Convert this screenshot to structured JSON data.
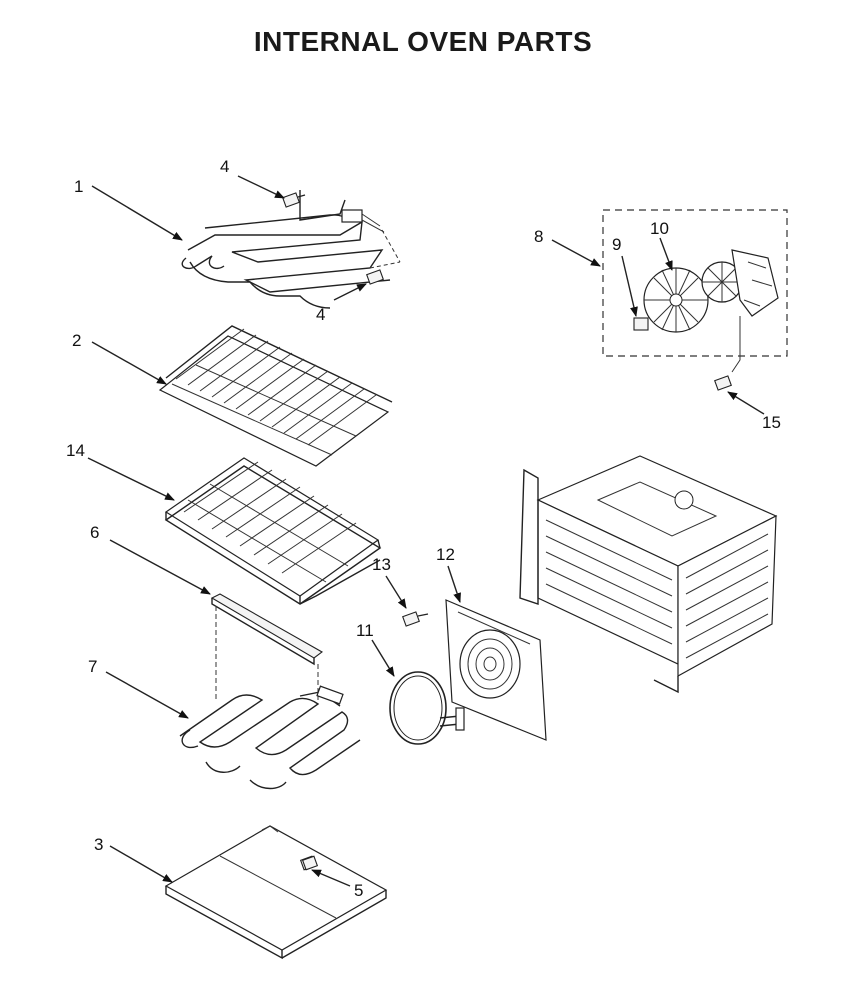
{
  "title": "INTERNAL OVEN PARTS",
  "callouts": [
    "1",
    "2",
    "3",
    "4",
    "4",
    "5",
    "6",
    "7",
    "8",
    "9",
    "10",
    "11",
    "12",
    "13",
    "14",
    "15"
  ]
}
